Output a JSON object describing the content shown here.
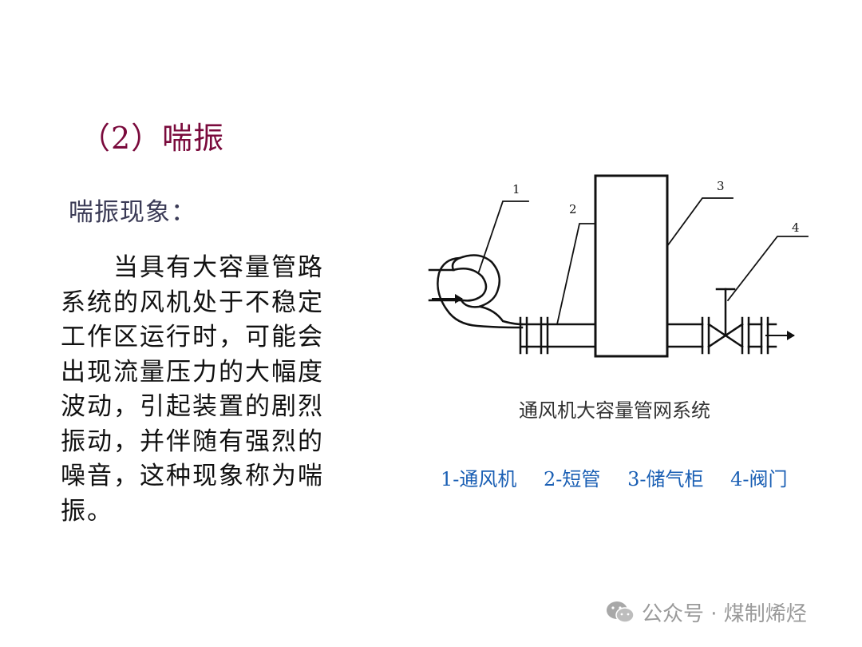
{
  "section": {
    "title": "（2）喘振"
  },
  "subheading": "喘振现象：",
  "body_lines": [
    "　　当具有大容量管路",
    "系统的风机处于不稳定",
    "工作区运行时，可能会",
    "出现流量压力的大幅度",
    "波动，引起装置的剧烈",
    "振动，并伴随有强烈的",
    "噪音，这种现象称为喘",
    "振。"
  ],
  "diagram": {
    "callouts": [
      "1",
      "2",
      "3",
      "4"
    ],
    "caption": "通风机大容量管网系统"
  },
  "legend": [
    "1-通风机",
    "2-短管",
    "3-储气柜",
    "4-阀门"
  ],
  "watermark": {
    "text": "公众号 · 煤制烯烃",
    "icon": "wechat-icon"
  },
  "colors": {
    "title": "#7a0a3c",
    "legend": "#1a5fb4"
  }
}
